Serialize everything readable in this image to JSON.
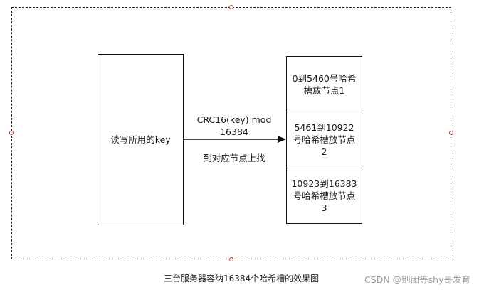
{
  "diagram": {
    "key_box": "读写所用的key",
    "arrow_label_top": "CRC16(key) mod 16384",
    "arrow_label_bottom": "到对应节点上找",
    "slots": [
      "0到5460号哈希槽放节点1",
      "5461到10922号哈希槽放节点2",
      "10923到16383号哈希槽放节点3"
    ]
  },
  "caption": "三台服务器容纳16384个哈希槽的效果图",
  "watermark": "CSDN @别团等shy哥发育",
  "colors": {
    "border": "#111111",
    "handle": "#c0392b",
    "watermark": "#9a9a9a"
  }
}
